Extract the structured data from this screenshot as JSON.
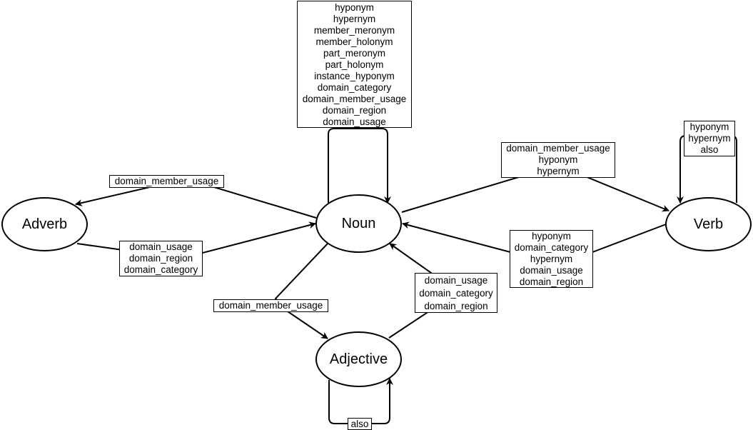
{
  "nodes": {
    "adverb": "Adverb",
    "noun": "Noun",
    "verb": "Verb",
    "adjective": "Adjective"
  },
  "edge_labels": {
    "noun_self": [
      "hyponym",
      "hypernym",
      "member_meronym",
      "member_holonym",
      "part_meronym",
      "part_holonym",
      "instance_hyponym",
      "domain_category",
      "domain_member_usage",
      "domain_region",
      "domain_usage"
    ],
    "noun_to_adverb": [
      "domain_member_usage"
    ],
    "adverb_to_noun": [
      "domain_usage",
      "domain_region",
      "domain_category"
    ],
    "noun_to_verb": [
      "domain_member_usage",
      "hyponym",
      "hypernym"
    ],
    "verb_to_noun": [
      "hyponym",
      "domain_category",
      "hypernym",
      "domain_usage",
      "domain_region"
    ],
    "verb_self": [
      "hyponym",
      "hypernym",
      "also"
    ],
    "noun_to_adjective": [
      "domain_member_usage"
    ],
    "adjective_to_noun": [
      "domain_usage",
      "domain_category",
      "domain_region"
    ],
    "adjective_self": [
      "also"
    ]
  },
  "colors": {
    "stroke": "#000000",
    "fill": "#ffffff"
  }
}
